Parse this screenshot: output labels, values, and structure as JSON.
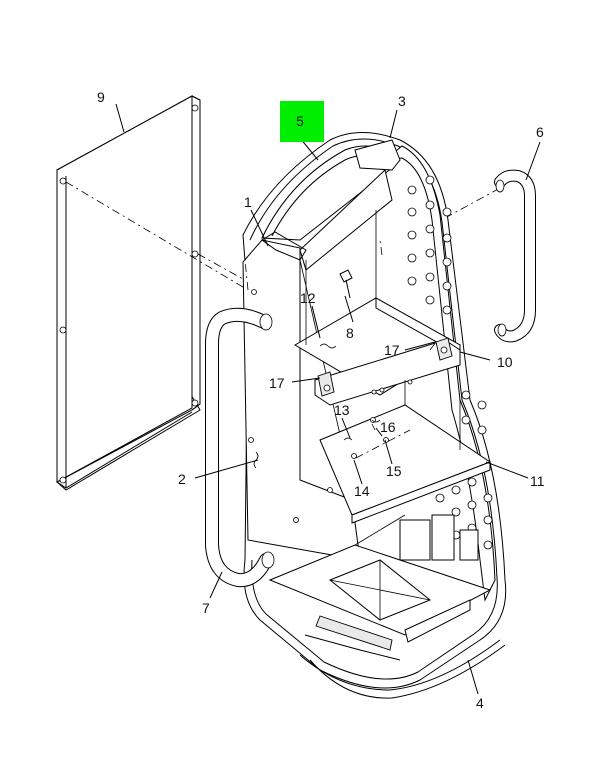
{
  "callouts": {
    "c1": "1",
    "c2": "2",
    "c3": "3",
    "c4": "4",
    "c5": "5",
    "c6": "6",
    "c7": "7",
    "c8": "8",
    "c9": "9",
    "c10": "10",
    "c11": "11",
    "c12": "12",
    "c13": "13",
    "c14": "14",
    "c15": "15",
    "c16": "16",
    "c17a": "17",
    "c17b": "17"
  },
  "highlight": {
    "callout": "5",
    "color": "#00ee00"
  }
}
